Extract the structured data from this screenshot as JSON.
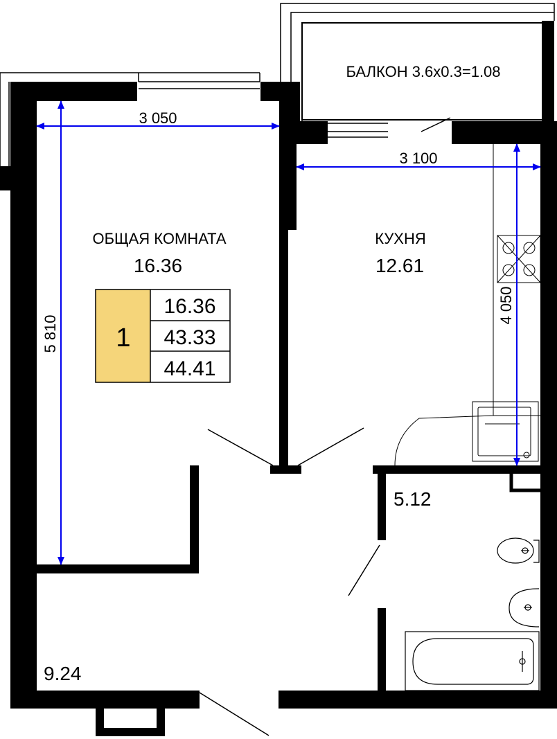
{
  "balcony": {
    "label": "БАЛКОН 3.6x0.3=1.08"
  },
  "rooms": {
    "living": {
      "name": "ОБЩАЯ КОМНАТА",
      "area": "16.36"
    },
    "kitchen": {
      "name": "КУХНЯ",
      "area": "12.61"
    },
    "bathroom": {
      "area": "5.12"
    },
    "hallway": {
      "area": "9.24"
    }
  },
  "dimensions": {
    "living_width": "3 050",
    "kitchen_width": "3 100",
    "living_length": "5 810",
    "kitchen_length": "4 050"
  },
  "summary": {
    "rooms_count": "1",
    "living_area": "16.36",
    "total_area": "43.33",
    "total_with_balcony": "44.41",
    "badge_color": "#f5d57a"
  },
  "colors": {
    "dimension_line": "#0000ee",
    "wall": "#000000"
  }
}
